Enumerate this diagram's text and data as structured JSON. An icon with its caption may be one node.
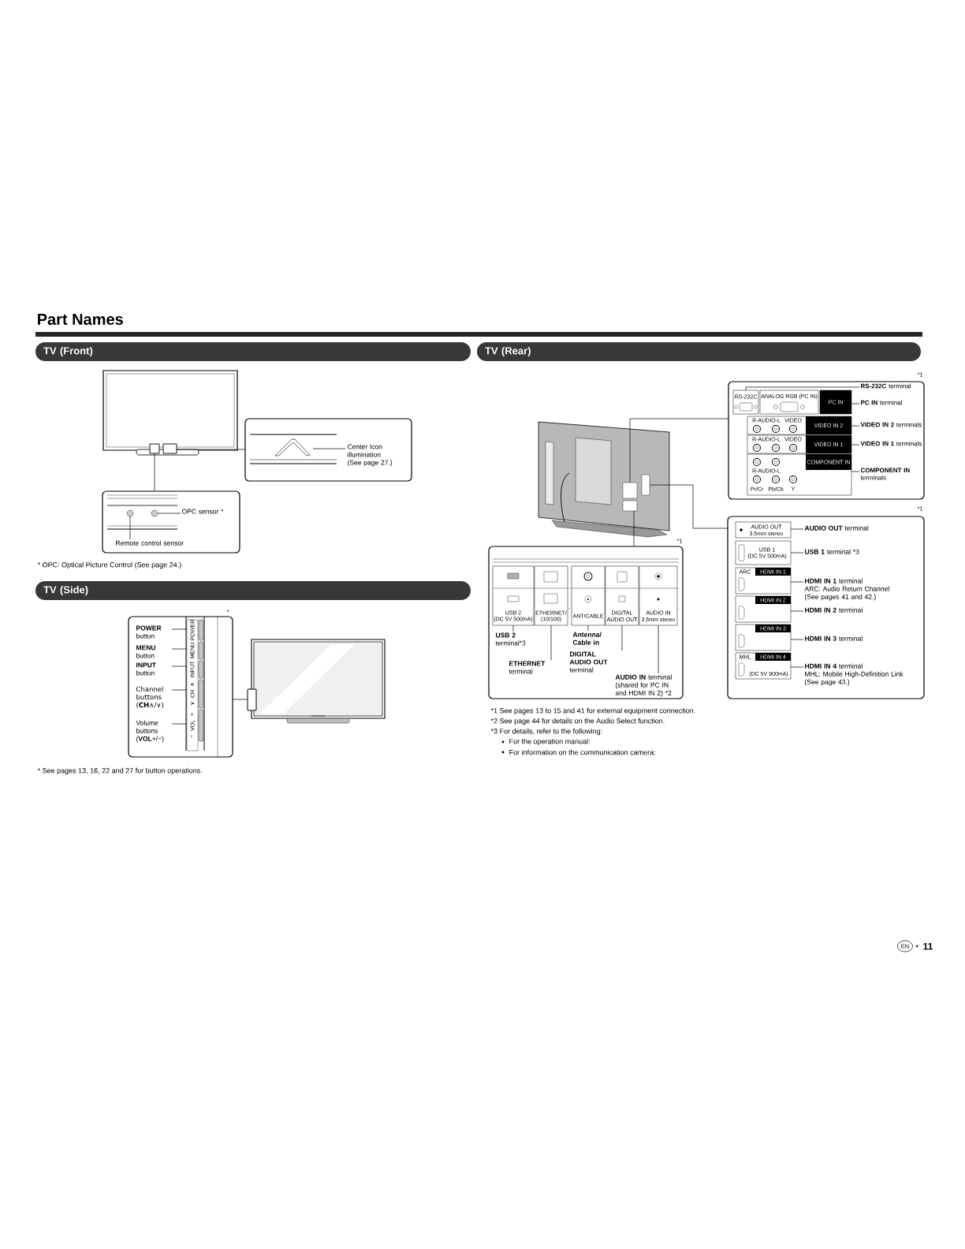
{
  "diagram": {
    "title": "Part Names",
    "nodes": [
      {
        "text": [
          "TV (Front)"
        ]
      },
      {
        "text": [],
        "shape": "picture"
      },
      {
        "text": [],
        "shape": "box"
      },
      {
        "text": [
          "Center Icon illumination (See page 27.)"
        ],
        "in": 2
      },
      {
        "text": [],
        "shape": "chevron",
        "in": 2
      },
      {
        "text": [],
        "shape": "box"
      },
      {
        "text": [],
        "shape": "circle",
        "in": 5
      },
      {
        "text": [],
        "shape": "circle",
        "in": 5
      },
      {
        "text": [
          "OPC sensor *"
        ],
        "in": 5
      },
      {
        "text": [
          "Remote control sensor"
        ],
        "in": 5
      },
      {
        "text": [
          "TV (Side)"
        ]
      },
      {
        "text": [],
        "shape": "box"
      },
      {
        "text": [
          "**POWER** button"
        ],
        "in": 11
      },
      {
        "text": [
          "**MENU** button"
        ],
        "in": 11
      },
      {
        "text": [
          "**INPUT** button"
        ],
        "in": 11
      },
      {
        "text": [
          "Channel buttons (**CH**∧/∨)"
        ],
        "in": 11
      },
      {
        "text": [
          "Volume buttons (**VOL**+/−)"
        ],
        "in": 11
      },
      {
        "text": [],
        "shape": "bar",
        "in": 11
      },
      {
        "text": [],
        "shape": "picture"
      },
      {
        "text": [
          "TV (Rear)"
        ]
      },
      {
        "text": [],
        "shape": "picture"
      },
      {
        "text": [],
        "shape": "box"
      },
      {
        "text": [
          "**RS-232C** terminal"
        ],
        "in": 21
      },
      {
        "text": [
          "**PC IN** terminal"
        ],
        "in": 21
      },
      {
        "text": [
          "**VIDEO IN 2** terminals"
        ],
        "in": 21
      },
      {
        "text": [
          "**VIDEO IN 1** terminals"
        ],
        "in": 21
      },
      {
        "text": [
          "**COMPONENT IN** terminals"
        ],
        "in": 21
      },
      {
        "text": [],
        "shape": "box"
      },
      {
        "text": [
          "**AUDIO OUT** terminal"
        ],
        "in": 27
      },
      {
        "text": [
          "**USB 1** terminal *3"
        ],
        "in": 27
      },
      {
        "text": [
          "**HDMI IN 1** terminal",
          "ARC: Audio Return Channel (See pages 41 and 42.)"
        ],
        "in": 27
      },
      {
        "text": [
          "**HDMI IN 2** terminal"
        ],
        "in": 27
      },
      {
        "text": [
          "**HDMI IN 3** terminal"
        ],
        "in": 27
      },
      {
        "text": [
          "**HDMI IN 4** terminal",
          "MHL: Mobile High-Definition Link (See page 43.)"
        ],
        "in": 27
      },
      {
        "text": [],
        "shape": "box"
      },
      {
        "text": [
          "**USB 2** terminal*3"
        ],
        "in": 34
      },
      {
        "text": [
          "**ETHERNET** terminal"
        ],
        "in": 34
      },
      {
        "text": [
          "Antenna/ Cable in"
        ],
        "in": 34
      },
      {
        "text": [
          "**DIGITAL AUDIO OUT** terminal"
        ],
        "in": 34
      },
      {
        "text": [
          "**AUDIO IN** terminal (shared for PC IN and HDMI IN 2) *2"
        ],
        "in": 34
      },
      {
        "text": [
          "RS-232C"
        ],
        "in": 21
      },
      {
        "text": [
          "ANALOG RGB (PC IN)"
        ],
        "in": 21
      },
      {
        "text": [
          "PC IN"
        ],
        "in": 21
      },
      {
        "text": [
          "R-AUDIO-L",
          "VIDEO",
          "VIDEO IN 2"
        ],
        "in": 21
      },
      {
        "text": [
          "R-AUDIO-L",
          "VIDEO",
          "VIDEO IN 1"
        ],
        "in": 21
      },
      {
        "text": [
          "COMPONENT IN",
          "R-AUDIO-L",
          "Pr/Cr",
          "Pb/Cb",
          "Y"
        ],
        "in": 21
      },
      {
        "text": [
          "AUDIO OUT",
          "3.5mm stereo"
        ],
        "in": 27
      },
      {
        "text": [
          "USB 1",
          "(DC 5V 500mA)"
        ],
        "in": 27
      },
      {
        "text": [
          "ARC",
          "HDMI IN 1"
        ],
        "in": 27
      },
      {
        "text": [
          "HDMI IN 2"
        ],
        "in": 27
      },
      {
        "text": [
          "HDMI IN 3"
        ],
        "in": 27
      },
      {
        "text": [
          "MHL",
          "HDMI IN 4",
          "(DC 5V 900mA)"
        ],
        "in": 27
      },
      {
        "text": [
          "USB 2",
          "(DC 5V 500mA)"
        ],
        "in": 34
      },
      {
        "text": [
          "ETHERNET/",
          "(10/100)"
        ],
        "in": 34
      },
      {
        "text": [
          "ANT/CABLE"
        ],
        "in": 34
      },
      {
        "text": [
          "DIGITAL",
          "AUDIO OUT"
        ],
        "in": 34
      },
      {
        "text": [
          "AUDIO IN",
          "3.5mm stereo"
        ],
        "in": 34
      }
    ],
    "edges": [
      {
        "from": 1,
        "to": 2,
        "arrow": "none"
      },
      {
        "from": 1,
        "to": 5,
        "arrow": "none"
      },
      {
        "from": 3,
        "to": 4,
        "arrow": "none"
      },
      {
        "from": 8,
        "to": 7,
        "arrow": "none"
      },
      {
        "from": 9,
        "to": 6,
        "arrow": "none"
      },
      {
        "from": 12,
        "to": 17,
        "arrow": "none"
      },
      {
        "from": 13,
        "to": 17,
        "arrow": "none"
      },
      {
        "from": 14,
        "to": 17,
        "arrow": "none"
      },
      {
        "from": 15,
        "to": 17,
        "arrow": "none"
      },
      {
        "from": 16,
        "to": 17,
        "arrow": "none"
      },
      {
        "from": 11,
        "to": 18,
        "arrow": "none"
      },
      {
        "from": 20,
        "to": 21,
        "arrow": "none"
      },
      {
        "from": 20,
        "to": 27,
        "arrow": "none"
      },
      {
        "from": 20,
        "to": 34,
        "arrow": "none"
      },
      {
        "from": 22,
        "to": 40,
        "arrow": "none"
      },
      {
        "from": 23,
        "to": 42,
        "arrow": "none"
      },
      {
        "from": 24,
        "to": 43,
        "arrow": "none"
      },
      {
        "from": 25,
        "to": 44,
        "arrow": "none"
      },
      {
        "from": 26,
        "to": 45,
        "arrow": "none"
      },
      {
        "from": 28,
        "to": 46,
        "arrow": "none"
      },
      {
        "from": 29,
        "to": 47,
        "arrow": "none"
      },
      {
        "from": 30,
        "to": 48,
        "arrow": "none"
      },
      {
        "from": 31,
        "to": 49,
        "arrow": "none"
      },
      {
        "from": 32,
        "to": 50,
        "arrow": "none"
      },
      {
        "from": 33,
        "to": 51,
        "arrow": "none"
      },
      {
        "from": 35,
        "to": 52,
        "arrow": "none"
      },
      {
        "from": 36,
        "to": 53,
        "arrow": "none"
      },
      {
        "from": 37,
        "to": 54,
        "arrow": "none"
      },
      {
        "from": 38,
        "to": 55,
        "arrow": "none"
      },
      {
        "from": 39,
        "to": 56,
        "arrow": "none"
      }
    ],
    "labels": [
      "* OPC: Optical Picture Control (See page 24.)",
      "*",
      "POWER",
      "MENU",
      "INPUT",
      "∧",
      "CH",
      "∨",
      "+",
      "VOL",
      "−",
      "* See pages 13, 16, 22 and 27 for button operations.",
      "*1",
      "*1",
      "*1",
      "*1 See pages 13 to 15 and 41 for external equipment connection.",
      "*2 See page 44 for details on the Audio Select function.",
      "*3 For details, refer to the following:",
      "For the operation manual:",
      "For information on the communication camera:",
      "EN",
      "11"
    ]
  }
}
